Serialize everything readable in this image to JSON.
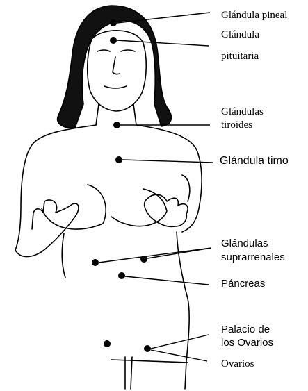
{
  "labels": {
    "pineal": "Glándula pineal",
    "pituitaria_1": "Glándula",
    "pituitaria_2": "pituitaria",
    "tiroides_1": "Glándulas",
    "tiroides_2": "tiroides",
    "timo": "Glándula timo",
    "suprarrenales_1": "Glándulas",
    "suprarrenales_2": "suprarrenales",
    "pancreas": "Páncreas",
    "leyden_1": "Palacio de",
    "leyden_2": "los Ovarios",
    "ovarios": "Ovarios"
  },
  "colors": {
    "ink": "#000000",
    "paper": "#ffffff"
  }
}
